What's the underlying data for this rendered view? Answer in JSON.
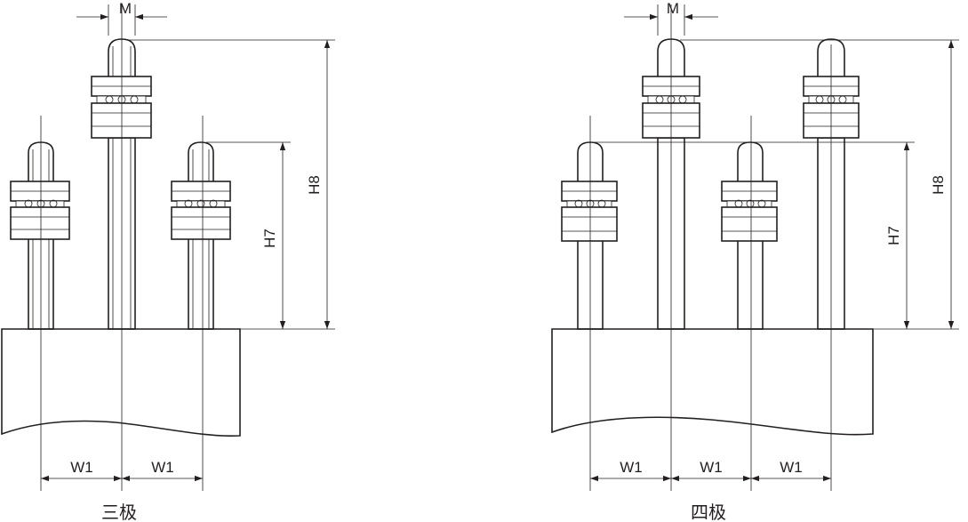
{
  "left_diagram": {
    "caption": "三极",
    "labels": {
      "m": "M",
      "h7": "H7",
      "h8": "H8",
      "w1_a": "W1",
      "w1_b": "W1"
    }
  },
  "right_diagram": {
    "caption": "四极",
    "labels": {
      "m": "M",
      "h7": "H7",
      "h8": "H8",
      "w1_a": "W1",
      "w1_b": "W1",
      "w1_c": "W1"
    }
  }
}
